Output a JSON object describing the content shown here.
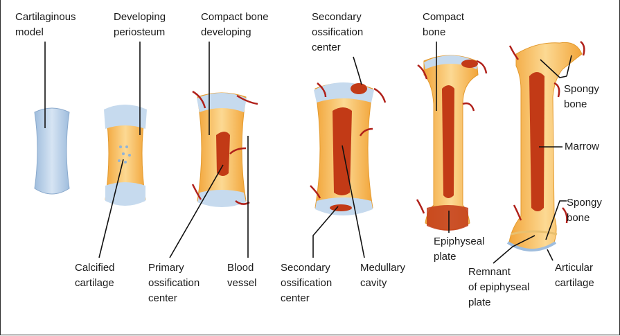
{
  "labels": {
    "cartilaginous_model": [
      "Cartilaginous",
      "model"
    ],
    "developing_periosteum": [
      "Developing",
      "periosteum"
    ],
    "compact_bone_developing": [
      "Compact bone",
      "developing"
    ],
    "secondary_ossification_center_top": [
      "Secondary",
      "ossification",
      "center"
    ],
    "compact_bone": [
      "Compact",
      "bone"
    ],
    "spongy_bone_top": [
      "Spongy",
      "bone"
    ],
    "marrow": [
      "Marrow"
    ],
    "spongy_bone_bottom": [
      "Spongy",
      "bone"
    ],
    "calcified_cartilage": [
      "Calcified",
      "cartilage"
    ],
    "primary_ossification_center": [
      "Primary",
      "ossification",
      "center"
    ],
    "blood_vessel": [
      "Blood",
      "vessel"
    ],
    "secondary_ossification_center_bottom": [
      "Secondary",
      "ossification",
      "center"
    ],
    "medullary_cavity": [
      "Medullary",
      "cavity"
    ],
    "epiphyseal_plate": [
      "Epiphyseal",
      "plate"
    ],
    "remnant_epiphyseal_plate": [
      "Remnant",
      "of epiphyseal",
      "plate"
    ],
    "articular_cartilage": [
      "Articular",
      "cartilage"
    ]
  },
  "colors": {
    "cartilage": "#b9cfe6",
    "bone": "#f6b94f",
    "bone_light": "#fbd48a",
    "marrow": "#c23a16",
    "vessel": "#b0201a",
    "leader": "#111111"
  }
}
